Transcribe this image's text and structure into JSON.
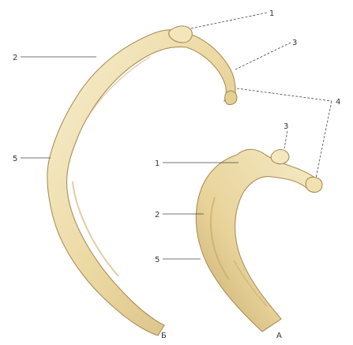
{
  "colors": {
    "bone": "#eddca8",
    "bone_light": "#f7efcf",
    "bone_shadow": "#c9ad6d",
    "outline": "#a98f58",
    "leader": "#444444"
  },
  "labels": {
    "large_rib": {
      "l1": "1",
      "l2": "2",
      "l3": "3",
      "l4": "4",
      "l5": "5",
      "letter": "Б"
    },
    "small_rib": {
      "l1": "1",
      "l2": "2",
      "l3": "3",
      "l5": "5",
      "letter": "А"
    }
  }
}
